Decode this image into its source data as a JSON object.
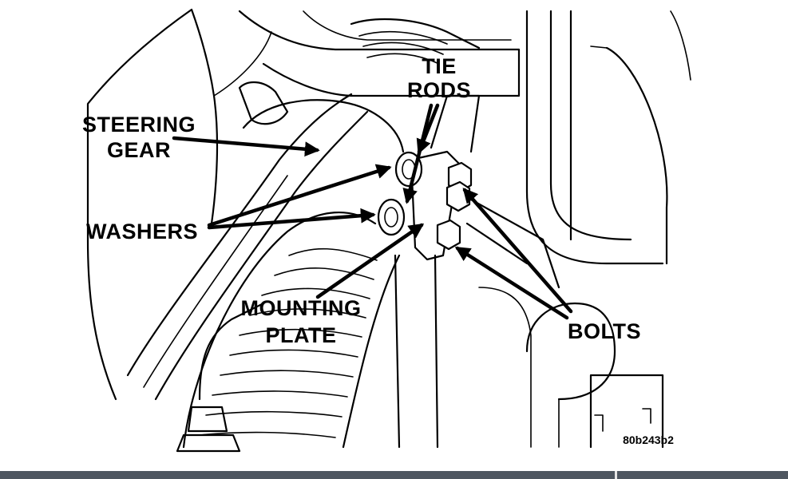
{
  "labels": {
    "tie_rods_line1": "TIE",
    "tie_rods_line2": "RODS",
    "steering_gear_line1": "STEERING",
    "steering_gear_line2": "GEAR",
    "washers": "WASHERS",
    "mounting_plate_line1": "MOUNTING",
    "mounting_plate_line2": "PLATE",
    "bolts": "BOLTS"
  },
  "figure_code": "80b243b2",
  "colors": {
    "ink": "#000000",
    "paper": "#ffffff",
    "bottom_bar": "#4e5660"
  }
}
